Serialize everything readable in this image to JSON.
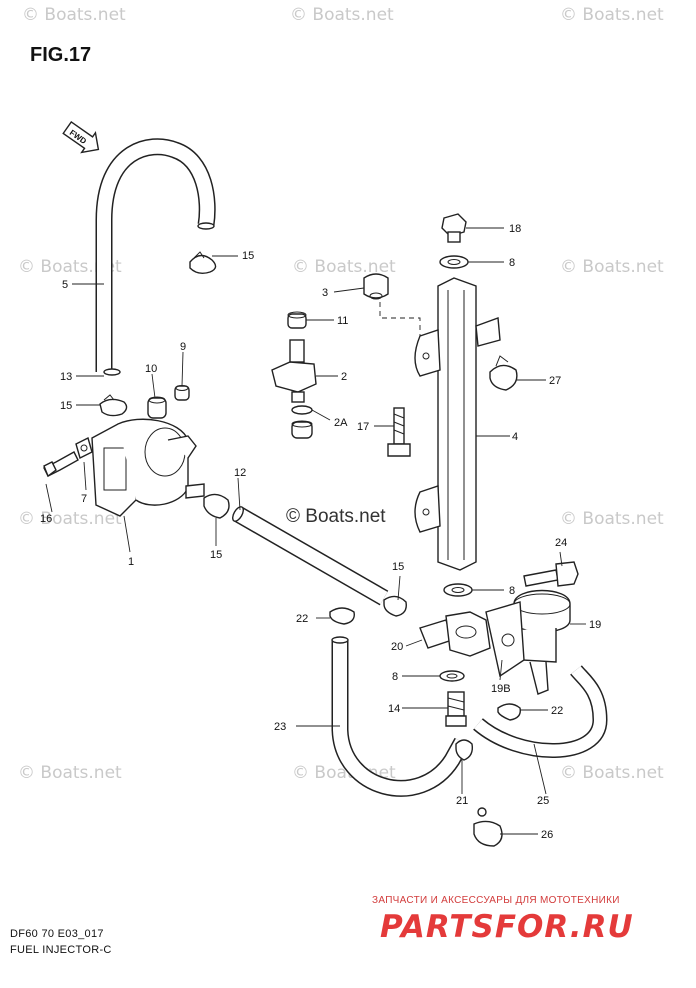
{
  "figure": {
    "title": "FIG.17",
    "model_code": "DF60 70 E03_017",
    "caption": "FUEL INJECTOR-C",
    "fwd_label": "FWD"
  },
  "watermark": "© Boats.net",
  "shop": {
    "tagline": "ЗАПЧАСТИ И АКСЕССУАРЫ ДЛЯ МОТОТЕХНИКИ",
    "logo": "PARTSFOR.RU"
  },
  "callouts": [
    "1",
    "2",
    "2A",
    "3",
    "4",
    "5",
    "7",
    "8",
    "8",
    "8",
    "9",
    "10",
    "11",
    "12",
    "13",
    "14",
    "15",
    "15",
    "15",
    "15",
    "16",
    "17",
    "18",
    "19",
    "19B",
    "20",
    "21",
    "22",
    "22",
    "23",
    "24",
    "25",
    "26",
    "27"
  ]
}
